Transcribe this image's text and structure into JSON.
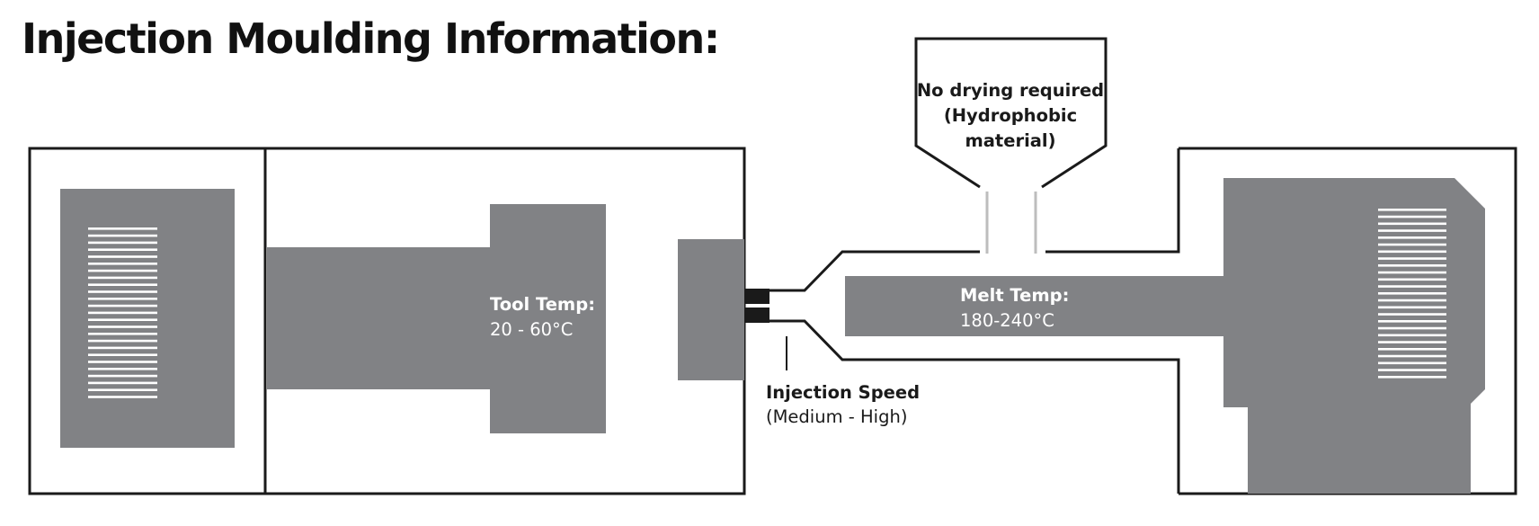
{
  "title": "Injection Moulding Information:",
  "colors": {
    "machine": "#818285",
    "outline": "#1a1a1a",
    "label_on_gray": "#ffffff",
    "label_on_white": "#1a1a1a",
    "feed_throat": "#bdbdbd"
  },
  "labels": {
    "tool_temp": {
      "title": "Tool Temp:",
      "value": "20 - 60°C"
    },
    "melt_temp": {
      "title": "Melt Temp:",
      "value": "180-240°C"
    },
    "drying": {
      "line1": "No drying required",
      "line2": "(Hydrophobic",
      "line3": "material)"
    },
    "injection_speed": {
      "title": "Injection Speed",
      "value": "(Medium - High)"
    }
  }
}
